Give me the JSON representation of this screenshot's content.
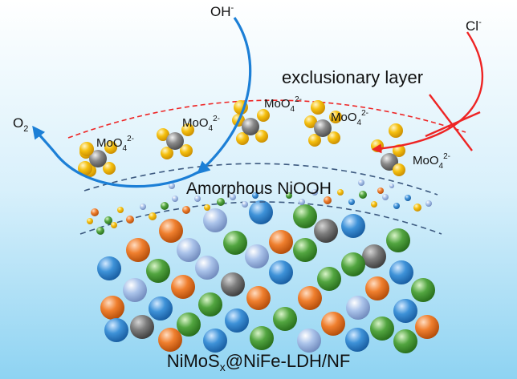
{
  "labels": {
    "hydroxide_main": "OH",
    "hydroxide_sup": "-",
    "chloride_main": "Cl",
    "chloride_sup": "-",
    "oxygen_main": "O",
    "oxygen_sub": "2",
    "exclusionary_layer": "exclusionary layer",
    "amorphous_layer": "Amorphous NiOOH",
    "molybdate_main": "MoO",
    "molybdate_sub": "4",
    "molybdate_sup": "2-",
    "substrate_part1": "NiMoS",
    "substrate_sub": "x",
    "substrate_part2": "@NiFe-LDH/NF"
  },
  "colors": {
    "background_top": "#ffffff",
    "background_bottom": "#8ed3f2",
    "hydroxide_arrow": "#1c7fd6",
    "chloride_arrow": "#ee2424",
    "block_cross": "#ee2424",
    "exclusionary_dash": "#ee2424",
    "amorphous_dash": "#3d5a80",
    "sphere_yellow": "#f5c00f",
    "sphere_gray": "#8a8a8a",
    "sphere_orange": "#ef7f2e",
    "sphere_green": "#52a540",
    "sphere_blue": "#3e92d8",
    "sphere_lightblue": "#aac3ea",
    "sphere_darkgray": "#7d7d7d"
  }
}
